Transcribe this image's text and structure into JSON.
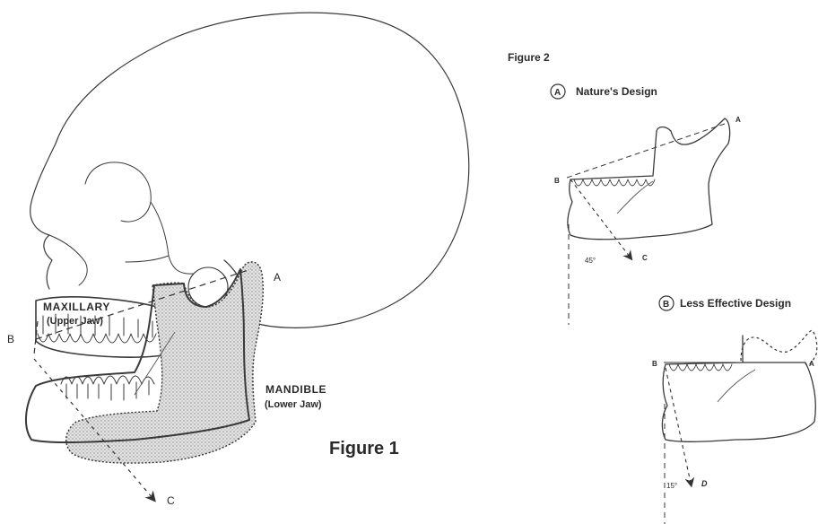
{
  "figure1": {
    "title": "Figure 1",
    "maxillary_label": "MAXILLARY",
    "maxillary_sub": "(Upper Jaw)",
    "mandible_label": "MANDIBLE",
    "mandible_sub": "(Lower Jaw)",
    "point_a": "A",
    "point_b": "B",
    "point_c": "C"
  },
  "figure2": {
    "title": "Figure 2",
    "panel_a": {
      "badge": "A",
      "caption": "Nature's Design",
      "point_a": "A",
      "point_b": "B",
      "point_c": "C",
      "angle": "45°"
    },
    "panel_b": {
      "badge": "B",
      "caption": "Less Effective Design",
      "point_a": "A",
      "point_b": "B",
      "point_d": "D",
      "angle": "15°"
    }
  }
}
